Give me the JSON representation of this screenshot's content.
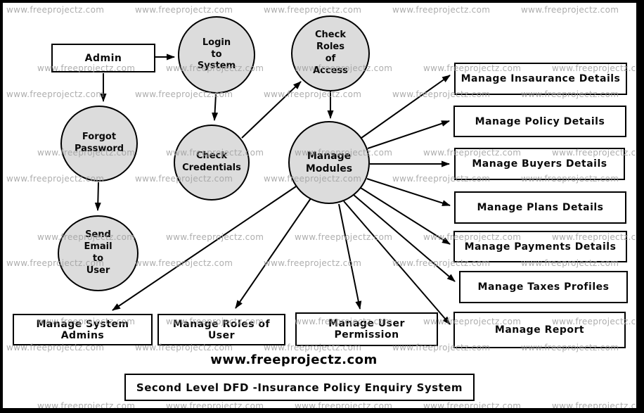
{
  "diagram_title": "Second Level DFD -Insurance Policy Enquiry System",
  "site_text": "www.freeprojectz.com",
  "watermark_text": "www.freeprojectz.com",
  "colors": {
    "background": "#ffffff",
    "process_fill": "#dcdcdc",
    "stroke": "#000000",
    "watermark": "rgba(160,160,160,0.85)"
  },
  "entities": {
    "admin": {
      "label": "Admin"
    }
  },
  "processes": {
    "login_to_system": {
      "label": "Login\nto\nSystem"
    },
    "check_roles_of_access": {
      "label": "Check\nRoles\nof\nAccess"
    },
    "forgot_password": {
      "label": "Forgot\nPassword"
    },
    "check_credentials": {
      "label": "Check\nCredentials"
    },
    "manage_modules": {
      "label": "Manage\nModules"
    },
    "send_email_to_user": {
      "label": "Send\nEmail\nto\nUser"
    }
  },
  "stores_right": [
    {
      "label": "Manage Insaurance Details"
    },
    {
      "label": "Manage Policy Details"
    },
    {
      "label": "Manage Buyers Details"
    },
    {
      "label": "Manage Plans Details"
    },
    {
      "label": "Manage Payments Details"
    },
    {
      "label": "Manage Taxes Profiles"
    },
    {
      "label": "Manage Report"
    }
  ],
  "stores_bottom": [
    {
      "label": "Manage System Admins"
    },
    {
      "label": "Manage Roles of User"
    },
    {
      "label": "Manage User Permission"
    }
  ],
  "edges": [
    {
      "from": "Admin",
      "to": "Login to System"
    },
    {
      "from": "Admin",
      "to": "Forgot Password"
    },
    {
      "from": "Login to System",
      "to": "Check Credentials"
    },
    {
      "from": "Check Credentials",
      "to": "Check Roles of Access"
    },
    {
      "from": "Check Roles of Access",
      "to": "Manage Modules"
    },
    {
      "from": "Forgot Password",
      "to": "Send Email to User"
    },
    {
      "from": "Manage Modules",
      "to": "Manage Insaurance Details"
    },
    {
      "from": "Manage Modules",
      "to": "Manage Policy Details"
    },
    {
      "from": "Manage Modules",
      "to": "Manage Buyers Details"
    },
    {
      "from": "Manage Modules",
      "to": "Manage Plans Details"
    },
    {
      "from": "Manage Modules",
      "to": "Manage Payments Details"
    },
    {
      "from": "Manage Modules",
      "to": "Manage Taxes Profiles"
    },
    {
      "from": "Manage Modules",
      "to": "Manage Report"
    },
    {
      "from": "Manage Modules",
      "to": "Manage System Admins"
    },
    {
      "from": "Manage Modules",
      "to": "Manage Roles of User"
    },
    {
      "from": "Manage Modules",
      "to": "Manage User Permission"
    }
  ]
}
